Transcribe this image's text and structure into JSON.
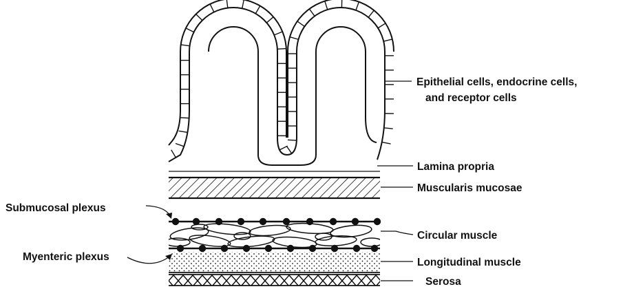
{
  "labels": {
    "epithelial_line1": "Epithelial cells, endocrine cells,",
    "epithelial_line2": "and receptor cells",
    "lamina_propria": "Lamina propria",
    "muscularis_mucosae": "Muscularis mucosae",
    "submucosal_plexus": "Submucosal plexus",
    "circular_muscle": "Circular muscle",
    "myenteric_plexus": "Myenteric plexus",
    "longitudinal_muscle": "Longitudinal muscle",
    "serosa": "Serosa"
  },
  "colors": {
    "ink": "#111111",
    "background": "#ffffff"
  }
}
